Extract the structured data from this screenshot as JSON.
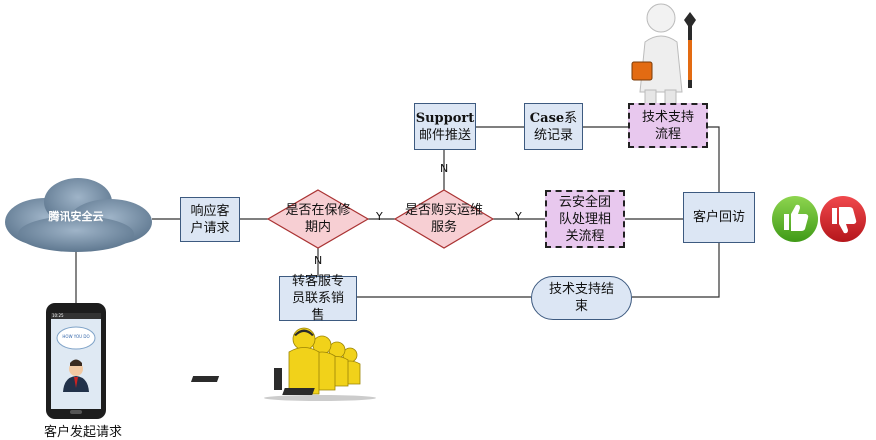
{
  "nodes": {
    "cloud": "腾讯安全云",
    "respond": "响应客户请求",
    "warranty": "是否在保修期内",
    "bought": "是否购买运维服务",
    "support_title": "Support",
    "support_sub": "邮件推送",
    "case_title": "Case系",
    "case_sub": "统记录",
    "tech_flow": "技术支持流程",
    "security_team": "云安全团队处理相关流程",
    "revisit": "客户回访",
    "transfer": "转客服专员联系销售",
    "end": "技术支持结束",
    "phone_caption": "客户发起请求"
  },
  "edge_labels": {
    "y1": "Y",
    "y2": "Y",
    "n1": "N",
    "n2": "N"
  },
  "phone_screen": {
    "bubble_text": "HOW YOU DO",
    "time": "10:25"
  },
  "colors": {
    "process_fill": "#dce6f4",
    "decision_fill": "#f7cfd3",
    "dashed_fill": "#e8c8ee",
    "thumb_up": "#5bb52a",
    "thumb_down": "#d8252b"
  }
}
